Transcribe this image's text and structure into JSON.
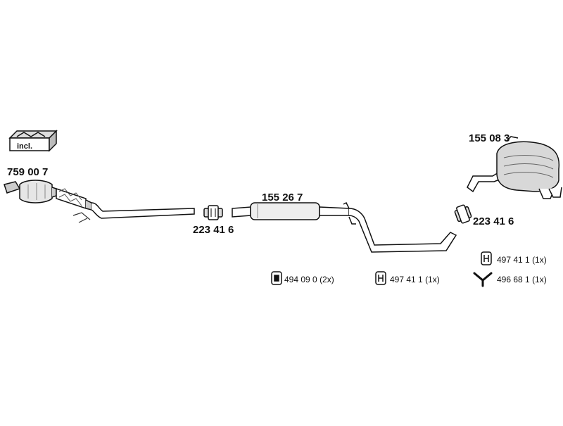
{
  "kit_box": {
    "label": "incl."
  },
  "parts": {
    "catalytic_converter": "759 00 7",
    "clamp_front": "223 41 6",
    "middle_silencer": "155 26 7",
    "rear_silencer": "155 08 3",
    "clamp_rear": "223 41 6"
  },
  "hardware": [
    {
      "code": "494 09 0",
      "qty": "(2x)"
    },
    {
      "code": "497 41 1",
      "qty": "(1x)"
    },
    {
      "code": "497 41 1",
      "qty": "(1x)"
    },
    {
      "code": "496 68 1",
      "qty": "(1x)"
    }
  ]
}
